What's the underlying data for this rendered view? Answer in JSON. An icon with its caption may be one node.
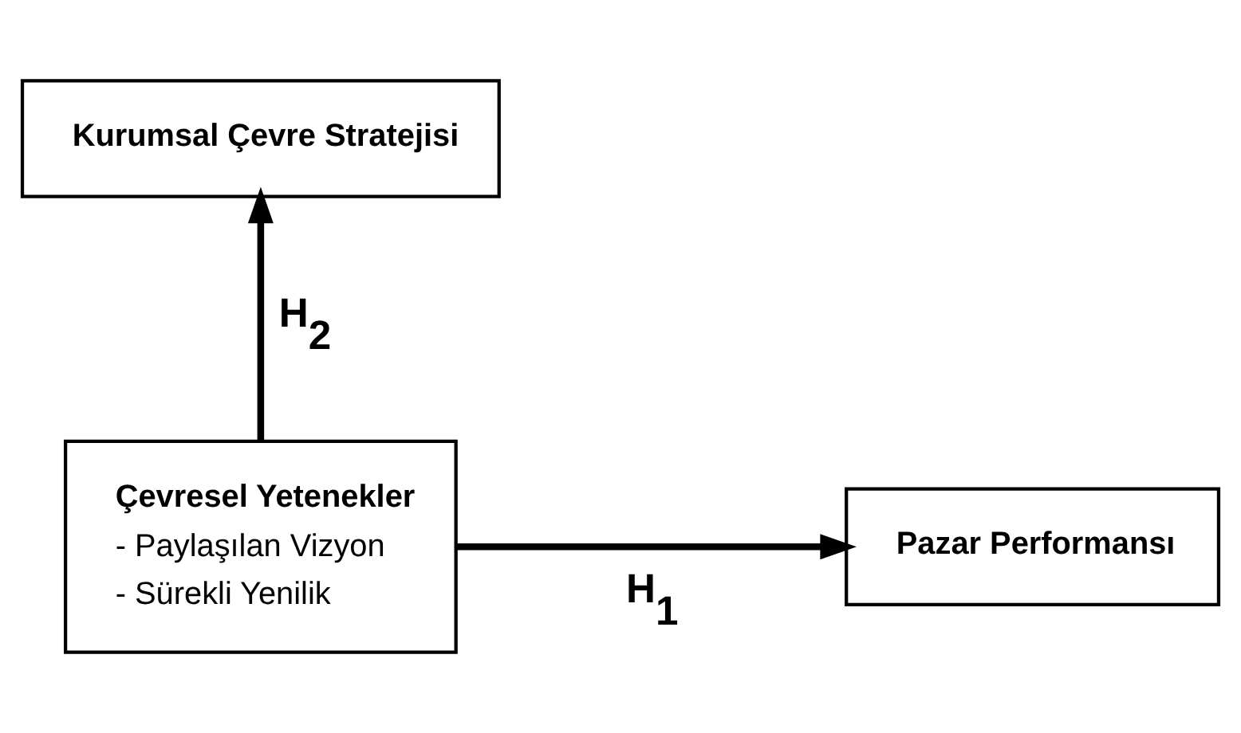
{
  "diagram": {
    "nodes": [
      {
        "text": [
          "Kurumsal Çevre Stratejisi"
        ]
      },
      {
        "text": [
          "Çevresel Yetenekler",
          "- Paylaşılan Vizyon",
          "- Sürekli Yenilik"
        ]
      },
      {
        "text": [
          "Pazar Performansı"
        ]
      }
    ],
    "edges": [
      {
        "from": 1,
        "to": 0,
        "arrow": "to",
        "label": "H$_{2}$"
      },
      {
        "from": 1,
        "to": 2,
        "arrow": "to",
        "label": "H$_{1}$"
      }
    ]
  }
}
